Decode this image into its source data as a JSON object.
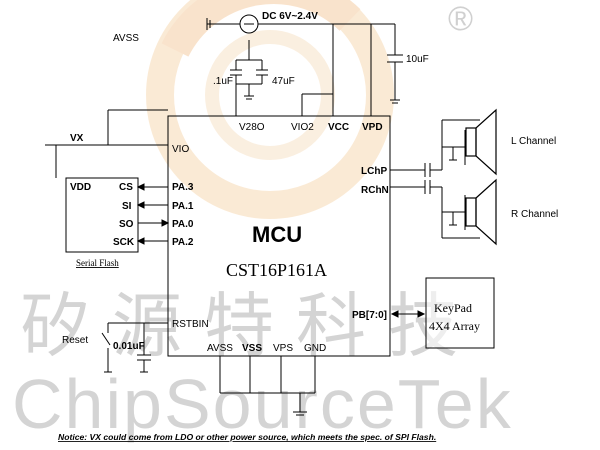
{
  "watermark": {
    "cn_text": "矽源特科技",
    "en_text": "ChipSourceTek",
    "registered": "®"
  },
  "supply": {
    "dc_label": "DC 6V~2.4V",
    "avss_label": "AVSS",
    "cap_01": ".1uF",
    "cap_47": "47uF",
    "cap_10": "10uF"
  },
  "mcu": {
    "title": "MCU",
    "part": "CST16P161A",
    "pins_top": [
      "V28O",
      "VIO2",
      "VCC",
      "VPD"
    ],
    "pin_vio": "VIO",
    "pins_left": [
      "PA.3",
      "PA.1",
      "PA.0",
      "PA.2"
    ],
    "pin_rstbin": "RSTBIN",
    "pins_bottom": [
      "AVSS",
      "VSS",
      "VPS",
      "GND"
    ],
    "pins_right": [
      "LChP",
      "RChN"
    ],
    "pin_pb": "PB[7:0]"
  },
  "flash": {
    "vdd": "VDD",
    "pins": [
      "CS",
      "SI",
      "SO",
      "SCK"
    ],
    "caption": "Serial Flash"
  },
  "vx_label": "VX",
  "reset": {
    "label": "Reset",
    "cap": "0.01uF"
  },
  "keypad": {
    "line1": "KeyPad",
    "line2": "4X4 Array"
  },
  "channels": {
    "left": "L Channel",
    "right": "R Channel"
  },
  "notice": "Notice: VX could come from LDO or other power source, which meets the spec. of SPI Flash."
}
